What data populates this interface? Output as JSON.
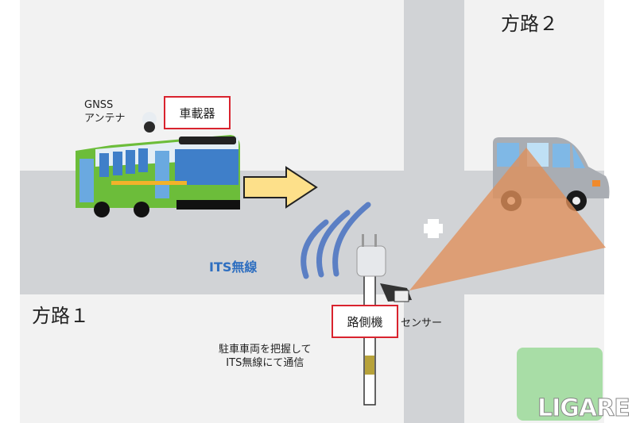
{
  "road_labels": {
    "road1": "方路１",
    "road2": "方路２"
  },
  "bus": {
    "antenna_label_line1": "GNSS",
    "antenna_label_line2": "アンテナ",
    "device_label": "車載器"
  },
  "wireless_label": "ITS無線",
  "roadside": {
    "device_label": "路側機",
    "sensor_label": "センサー",
    "description_line1": "駐車車両を把握して",
    "description_line2": "ITS無線にて通信"
  },
  "watermark": "LIGARE",
  "colors": {
    "road": "#d1d3d6",
    "block": "#f2f2f2",
    "wave": "#5b7fc4",
    "wireless_text": "#2f6fc0",
    "box_border": "#d9232e",
    "cone": "#e0905a",
    "arrow": "#fde08a",
    "green_area": "#a8dda6"
  }
}
